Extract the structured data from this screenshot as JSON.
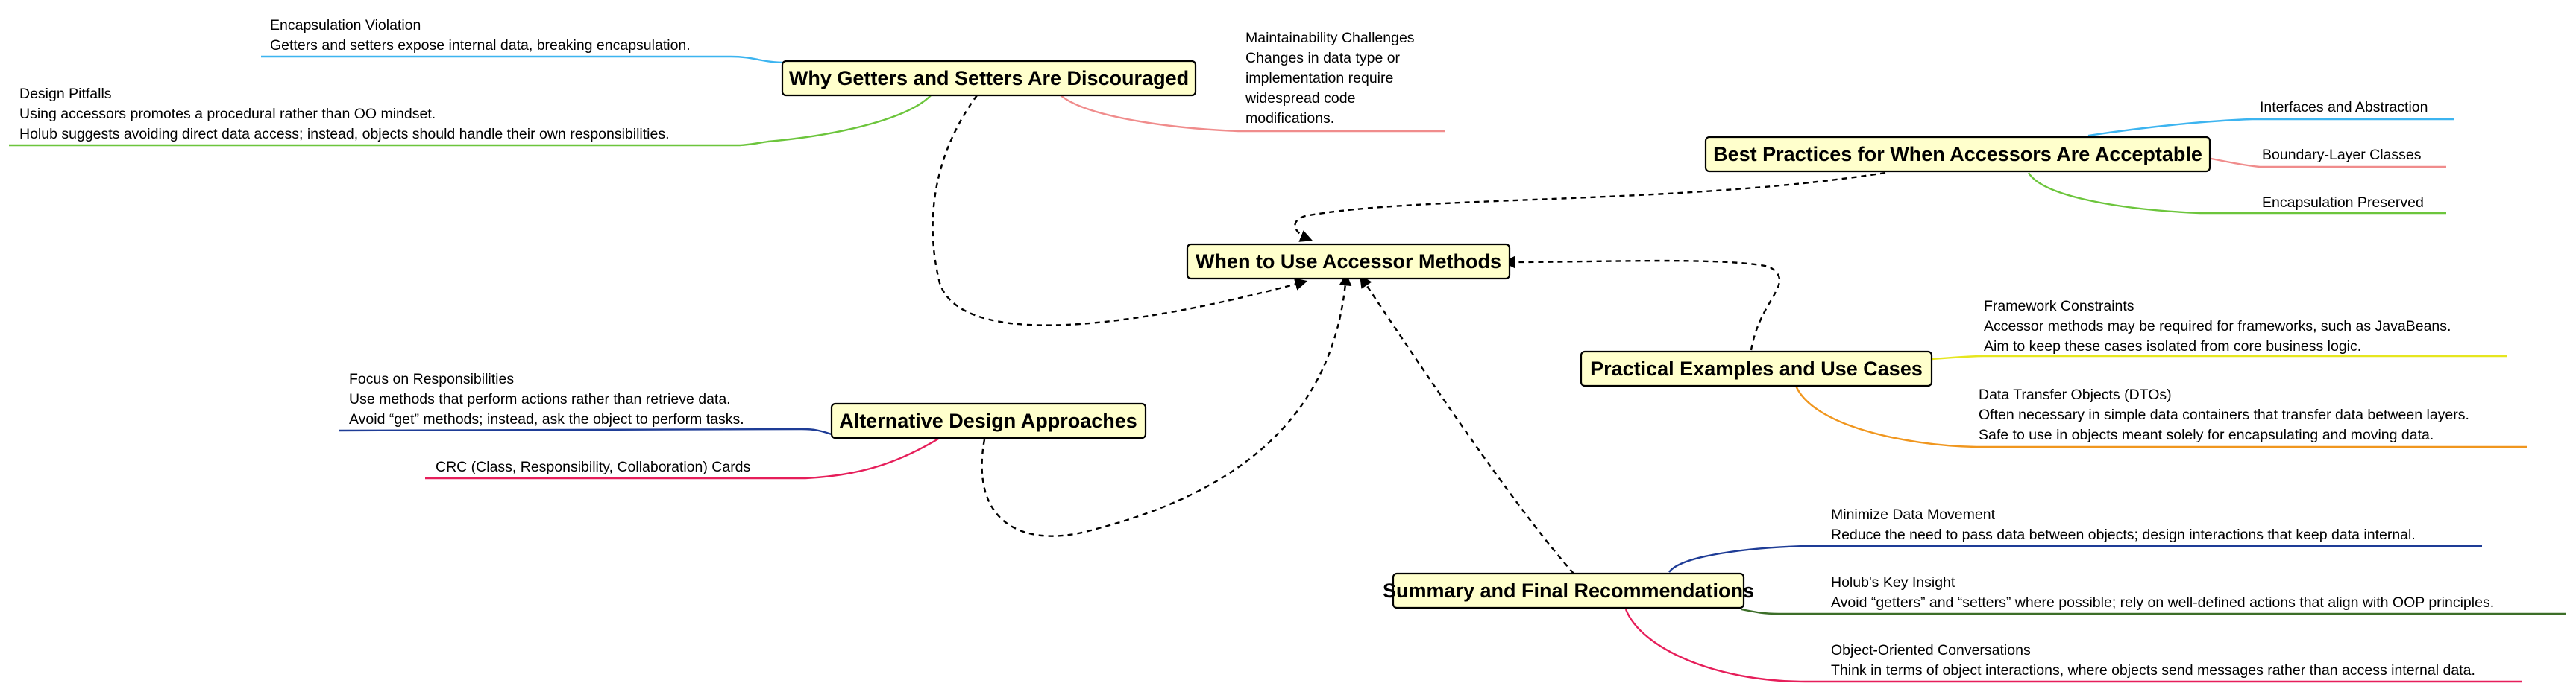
{
  "central": {
    "label": "When to Use Accessor Methods"
  },
  "topics": {
    "why": {
      "label": "Why Getters and Setters Are Discouraged",
      "leaves": {
        "encapsulation": {
          "color": "#3cb4f0",
          "lines": [
            "Encapsulation Violation",
            "Getters and setters expose internal data, breaking encapsulation."
          ]
        },
        "pitfalls": {
          "color": "#6cc53c",
          "lines": [
            "Design Pitfalls",
            "Using accessors promotes a procedural rather than OO mindset.",
            "Holub suggests avoiding direct data access; instead, objects should handle their own responsibilities."
          ]
        },
        "maintain": {
          "color": "#f08c8c",
          "lines": [
            "Maintainability Challenges",
            "Changes in data type or",
            "implementation require",
            "widespread code",
            "modifications."
          ]
        }
      }
    },
    "best": {
      "label": "Best Practices for When Accessors Are Acceptable",
      "leaves": {
        "interfaces": {
          "color": "#3cb4f0",
          "lines": [
            "Interfaces and Abstraction"
          ]
        },
        "boundary": {
          "color": "#f08c8c",
          "lines": [
            "Boundary-Layer Classes"
          ]
        },
        "preserved": {
          "color": "#6cc53c",
          "lines": [
            "Encapsulation Preserved"
          ]
        }
      }
    },
    "alt": {
      "label": "Alternative Design Approaches",
      "leaves": {
        "focus": {
          "color": "#1e3c96",
          "lines": [
            "Focus on Responsibilities",
            "Use methods that perform actions rather than retrieve data.",
            "Avoid “get” methods; instead, ask the object to perform tasks."
          ]
        },
        "crc": {
          "color": "#e61e5a",
          "lines": [
            "CRC (Class, Responsibility, Collaboration) Cards"
          ]
        }
      }
    },
    "practical": {
      "label": "Practical Examples and Use Cases",
      "leaves": {
        "framework": {
          "color": "#e6e61e",
          "lines": [
            "Framework Constraints",
            "Accessor methods may be required for frameworks, such as JavaBeans.",
            "Aim to keep these cases isolated from core business logic."
          ]
        },
        "dto": {
          "color": "#f0961e",
          "lines": [
            "Data Transfer Objects (DTOs)",
            "Often necessary in simple data containers that transfer data between layers.",
            "Safe to use in objects meant solely for encapsulating and moving data."
          ]
        }
      }
    },
    "summary": {
      "label": "Summary and Final Recommendations",
      "leaves": {
        "minimize": {
          "color": "#1e3c96",
          "lines": [
            "Minimize Data Movement",
            "Reduce the need to pass data between objects; design interactions that keep data internal."
          ]
        },
        "holub": {
          "color": "#3c6e28",
          "lines": [
            "Holub's Key Insight",
            "Avoid “getters” and “setters” where possible; rely on well-defined actions that align with OOP principles."
          ]
        },
        "oo": {
          "color": "#e61e5a",
          "lines": [
            "Object-Oriented Conversations",
            "Think in terms of object interactions, where objects send messages rather than access internal data."
          ]
        }
      }
    }
  }
}
